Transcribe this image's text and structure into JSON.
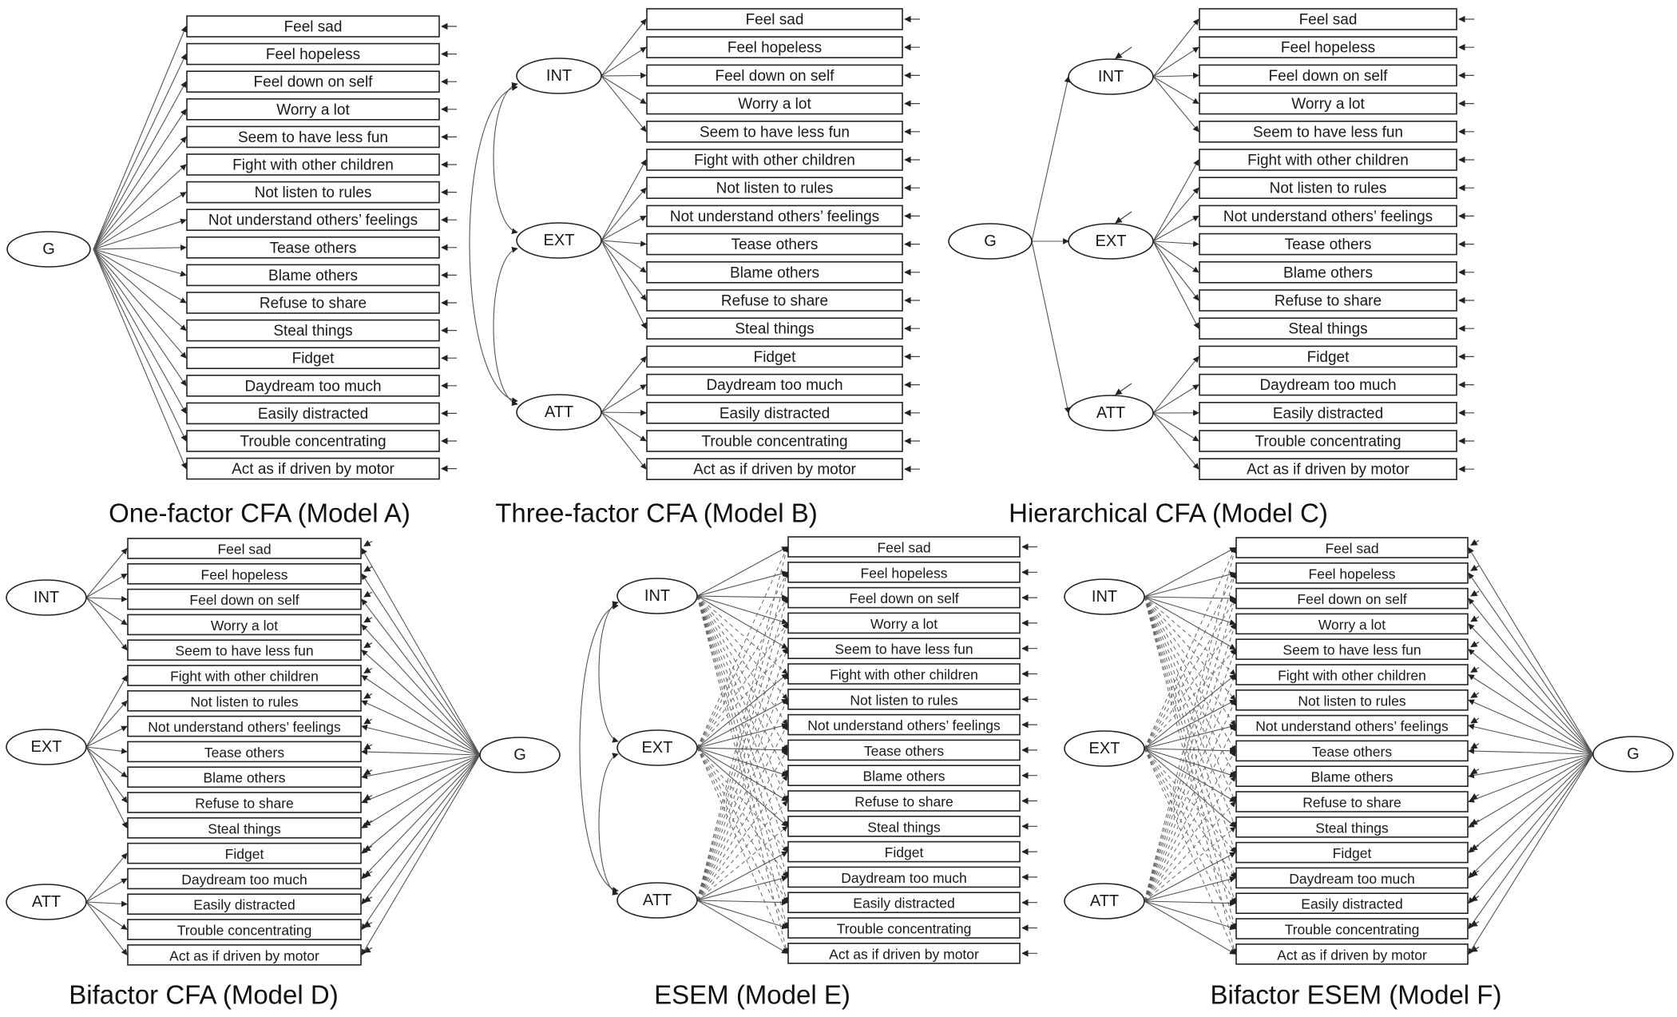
{
  "items": [
    "Feel sad",
    "Feel hopeless",
    "Feel down on self",
    "Worry a lot",
    "Seem to have less fun",
    "Fight with other children",
    "Not listen to rules",
    "Not understand others’ feelings",
    "Tease others",
    "Blame others",
    "Refuse to share",
    "Steal things",
    "Fidget",
    "Daydream too much",
    "Easily distracted",
    "Trouble concentrating",
    "Act as if driven by motor"
  ],
  "factors": {
    "general": "G",
    "internalizing": "INT",
    "externalizing": "EXT",
    "attention": "ATT"
  },
  "panels": [
    {
      "id": "A",
      "caption": "One-factor CFA (Model A)"
    },
    {
      "id": "B",
      "caption": "Three-factor CFA (Model B)"
    },
    {
      "id": "C",
      "caption": "Hierarchical CFA (Model C)"
    },
    {
      "id": "D",
      "caption": "Bifactor CFA (Model D)"
    },
    {
      "id": "E",
      "caption": "ESEM (Model E)"
    },
    {
      "id": "F",
      "caption": "Bifactor ESEM (Model F)"
    }
  ],
  "colors": {
    "line": "#555555",
    "box_border": "#222222",
    "text": "#1a1a1a"
  }
}
